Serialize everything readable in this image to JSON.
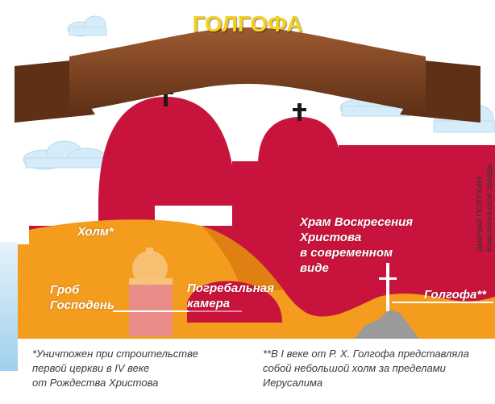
{
  "title": "ГОЛГОФА",
  "labels": {
    "hill": "Холм*",
    "tomb_line1": "Гроб",
    "tomb_line2": "Господень",
    "church_line1": "Храм Воскресения",
    "church_line2": "Христова",
    "church_line3": "в современном",
    "church_line4": "виде",
    "chamber_line1": "Погребальная",
    "chamber_line2": "камера",
    "golgotha": "Голгофа**"
  },
  "footnotes": {
    "left": [
      "*Уничтожен при строительстве",
      "первой церкви в IV веке",
      "от Рождества Христова"
    ],
    "right": [
      "**В I веке от Р. Х. Голгофа представляла",
      "собой небольшой холм за пределами",
      "Иерусалима"
    ]
  },
  "credit": [
    "Дмитрий ПОЛУХИН/",
    "Комсомольская правда"
  ],
  "colors": {
    "church_red": "#c8143c",
    "hill_orange": "#f39c1e",
    "ribbon_brown": "#8a4e2a",
    "title_yellow": "#f6d21e",
    "sky_blue": "#bfe0f5"
  }
}
